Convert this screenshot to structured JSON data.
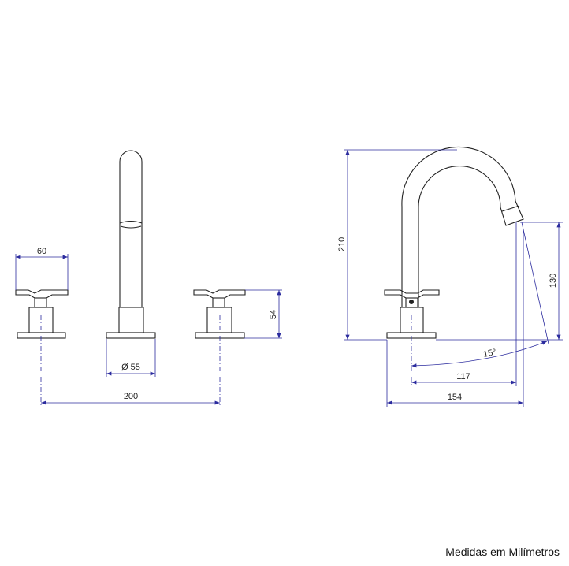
{
  "colors": {
    "dimension_line": "#2b2b9e",
    "outline": "#222222"
  },
  "dimensions": {
    "handle_width": "60",
    "base_diameter": "Ø 55",
    "handle_height": "54",
    "center_distance": "200",
    "total_height": "210",
    "spout_height": "130",
    "spout_angle": "15°",
    "spout_reach": "117",
    "total_depth": "154"
  },
  "footer": {
    "units_note": "Medidas em Milímetros"
  }
}
